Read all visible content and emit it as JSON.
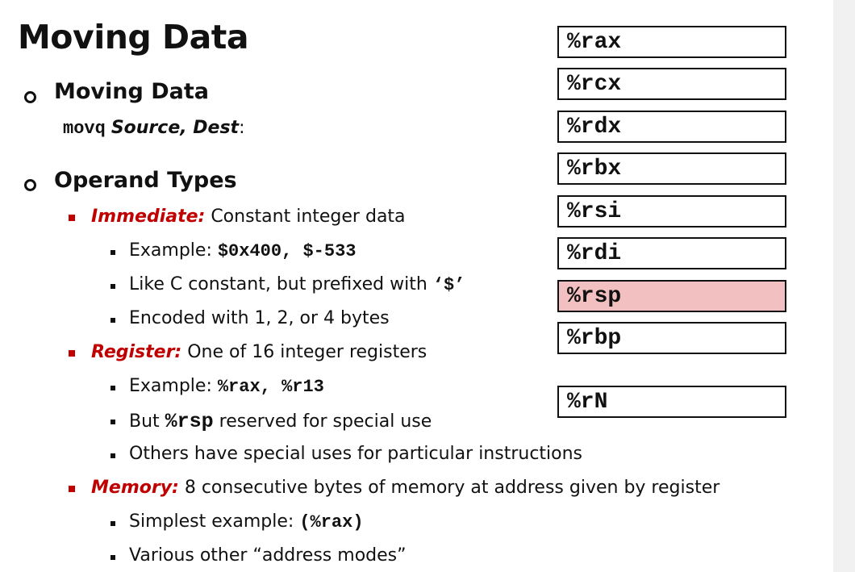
{
  "slide": {
    "title": "Moving Data",
    "section1": {
      "heading": "Moving Data",
      "syntax_code": "movq",
      "syntax_source": "Source",
      "syntax_sep": ", ",
      "syntax_dest": "Dest",
      "syntax_colon": ":"
    },
    "section2": {
      "heading": "Operand Types",
      "immediate": {
        "label": "Immediate:",
        "desc": " Constant integer data",
        "ex_prefix": "Example: ",
        "ex_code": "$0x400, $-533",
        "like_text": "Like C constant, but prefixed with ",
        "like_code": "‘$’",
        "encoded": "Encoded with 1, 2, or 4 bytes"
      },
      "register": {
        "label": "Register:",
        "desc": " One of 16 integer registers",
        "ex_prefix": "Example: ",
        "ex_code": "%rax, %r13",
        "but_text": "But ",
        "but_code": "%rsp",
        "but_rest": " reserved for special use",
        "others": "Others have special uses for particular instructions"
      },
      "memory": {
        "label": "Memory:",
        "desc": " 8 consecutive bytes of memory at address given by register",
        "ex_prefix": "Simplest example: ",
        "ex_code": "(%rax)",
        "modes": "Various other “address modes”"
      }
    },
    "registers": [
      "%rax",
      "%rcx",
      "%rdx",
      "%rbx",
      "%rsi",
      "%rdi",
      "%rsp",
      "%rbp"
    ],
    "extra_register": "%rN",
    "highlight_color": "#f2c0c0",
    "accent_color": "#c00000"
  }
}
